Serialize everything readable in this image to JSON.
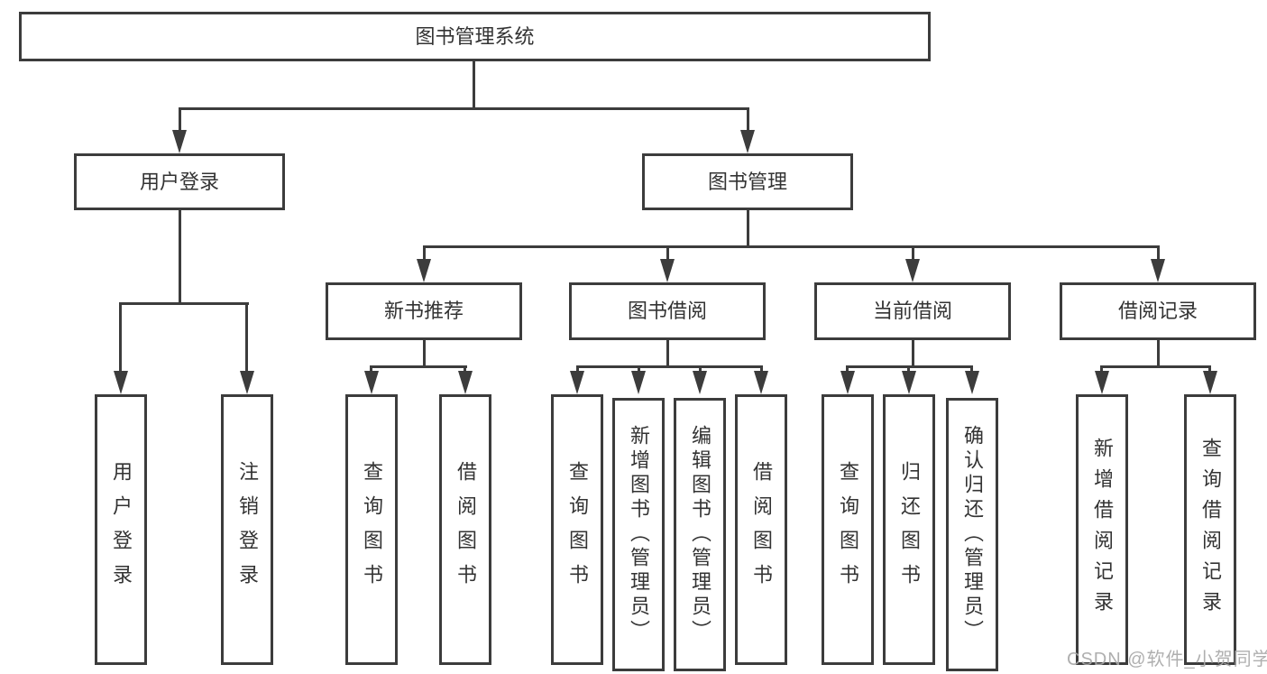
{
  "diagram_type": "hierarchy-tree",
  "colors": {
    "background": "#ffffff",
    "box_border": "#3c3c3c",
    "connector": "#3c3c3c",
    "text": "#333333",
    "watermark_text_color": "#a8a8a8"
  },
  "tree": {
    "root": {
      "label": "图书管理系统",
      "children": [
        {
          "label": "用户登录",
          "children": [
            {
              "label": "用户登录"
            },
            {
              "label": "注销登录"
            }
          ]
        },
        {
          "label": "图书管理",
          "children": [
            {
              "label": "新书推荐",
              "children": [
                {
                  "label": "查询图书"
                },
                {
                  "label": "借阅图书"
                }
              ]
            },
            {
              "label": "图书借阅",
              "children": [
                {
                  "label": "查询图书"
                },
                {
                  "label": "新增图书（管理员）"
                },
                {
                  "label": "编辑图书（管理员）"
                },
                {
                  "label": "借阅图书"
                }
              ]
            },
            {
              "label": "当前借阅",
              "children": [
                {
                  "label": "查询图书"
                },
                {
                  "label": "归还图书"
                },
                {
                  "label": "确认归还（管理员）"
                }
              ]
            },
            {
              "label": "借阅记录",
              "children": [
                {
                  "label": "新增借阅记录"
                },
                {
                  "label": "查询借阅记录"
                }
              ]
            }
          ]
        }
      ]
    }
  },
  "watermark": {
    "text": "CSDN @软件_小贺同学"
  }
}
